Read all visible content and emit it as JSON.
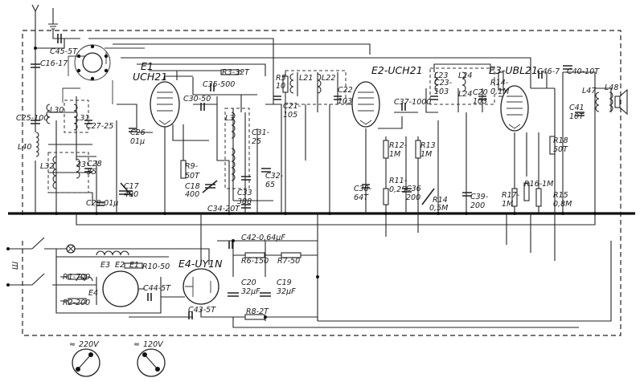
{
  "tubes": {
    "e1": {
      "name": "E1",
      "type": "UCH21"
    },
    "e2": "E2-UCH21",
    "e3": "E3-UBL21",
    "e4": "E4-UY1N"
  },
  "mains": {
    "v220": "220V",
    "v120": "120V",
    "tilde": "≈"
  },
  "capacitors": {
    "c45": "C45-5T",
    "c16": "C16-17",
    "c25": "C25-100",
    "c27": "C27-25",
    "c28a": "C28",
    "c28b": "35",
    "c26a": "C26-",
    "c26b": "01μ",
    "c35": "C35-500",
    "c30": "C30-50",
    "c17a": "C17",
    "c17b": "400",
    "c29": "C29-01μ",
    "c18a": "C18",
    "c18b": "400",
    "c31a": "C31-",
    "c31b": "25",
    "c32a": "C32-",
    "c32b": "65",
    "c33a": "C33",
    "c33b": "388",
    "c34": "C34-20T",
    "c21a": "C21-",
    "c21b": "105",
    "c22a": "C22",
    "c22b": "103",
    "c37": "C37-1000",
    "c38a": "C38-",
    "c38b": "64T",
    "c36a": "C36",
    "c36b": "200",
    "c23a": "C23-",
    "c23b": "103",
    "c20a": "C20",
    "c20b": "103",
    "c39a": "C39-",
    "c39b": "200",
    "c46": "C46-7",
    "c40": "C40-10T",
    "c41a": "C41",
    "c41b": "10T",
    "c42": "C42-0,64μF",
    "c44": "C44-5T",
    "c43": "C43-5T",
    "c20ea": "C20",
    "c20eb": "32μF",
    "c19a": "C19",
    "c19b": "32μF"
  },
  "resistors": {
    "r5a": "R5",
    "r5b": "10",
    "r3": "R3-32T",
    "r9a": "R9-",
    "r9b": "50T",
    "r12a": "R12-",
    "r12b": "1M",
    "r13a": "R13",
    "r13b": "1M",
    "r11a": "R11-",
    "r11b": "0,25",
    "r14ma": "R14",
    "r14mb": "0,5M",
    "r14a": "R14-",
    "r14b": "0,1M",
    "r18a": "R18",
    "r18b": "50T",
    "r17a": "R17-",
    "r17b": "1M",
    "r16": "R16-1M",
    "r15a": "R15",
    "r15b": "0,8M",
    "r10": "R10-50",
    "r6": "R6-150",
    "r7": "R7-50",
    "r1": "R1-700",
    "r2": "R2-200",
    "r8": "R8-2T"
  },
  "coils": {
    "l30": "L30",
    "l31": "L31",
    "l40": "L40",
    "l32": "L32",
    "l33": "33",
    "l3x": "L3",
    "l21": "L21",
    "l22": "L22",
    "l23": "L23",
    "l24a": "L24",
    "l24b": "L24",
    "l47": "L47",
    "l48": "L48"
  },
  "misc": {
    "fila": [
      "E3",
      "E2",
      "E1"
    ],
    "e4fil": "E4",
    "switch": "Ш"
  }
}
